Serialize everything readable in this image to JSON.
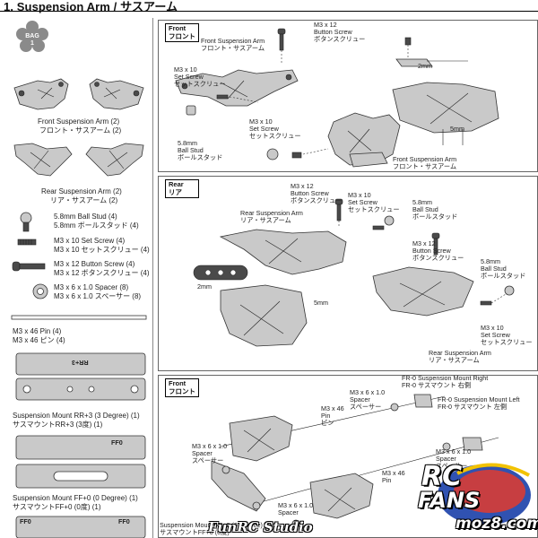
{
  "header": {
    "title": "1. Suspension Arm / サスアーム"
  },
  "bag": {
    "line1": "BAG",
    "line2": "1"
  },
  "parts_list": {
    "front_arm": {
      "en": "Front Suspension Arm (2)",
      "jp": "フロント・サスアーム (2)"
    },
    "rear_arm": {
      "en": "Rear Suspension Arm (2)",
      "jp": "リア・サスアーム (2)"
    },
    "ball_stud": {
      "en": "5.8mm Ball Stud (4)",
      "jp": "5.8mm ボールスタッド (4)"
    },
    "set_screw": {
      "en": "M3 x 10 Set Screw (4)",
      "jp": "M3 x 10 セットスクリュー (4)"
    },
    "button_screw": {
      "en": "M3 x 12 Button Screw (4)",
      "jp": "M3 x 12 ボタンスクリュー (4)"
    },
    "spacer": {
      "en": "M3 x 6 x 1.0 Spacer (8)",
      "jp": "M3 x 6 x 1.0 スペーサー (8)"
    },
    "pin": {
      "en": "M3 x 46 Pin (4)",
      "jp": "M3 x 46 ピン (4)"
    },
    "mount_rr": {
      "en": "Suspension Mount RR+3 (3 Degree) (1)",
      "jp": "サスマウントRR+3 (3度) (1)",
      "stamp": "RR+3"
    },
    "mount_ff": {
      "en": "Suspension Mount FF+0 (0 Degree) (1)",
      "jp": "サスマウントFF+0 (0度) (1)",
      "stamp_left": "FF0",
      "stamp_right": "FF0"
    }
  },
  "front_panel": {
    "tag_en": "Front",
    "tag_jp": "フロント",
    "screw_button": {
      "l1": "M3 x 12",
      "l2": "Button Screw",
      "l3": "ボタンスクリュー"
    },
    "arm_top": {
      "l1": "Front Suspension Arm",
      "l2": "フロント・サスアーム"
    },
    "set_screw_a": {
      "l1": "M3 x 10",
      "l2": "Set Screw",
      "l3": "セットスクリュー"
    },
    "set_screw_b": {
      "l1": "M3 x 10",
      "l2": "Set Screw",
      "l3": "セットスクリュー"
    },
    "ball_stud": {
      "l1": "5.8mm",
      "l2": "Ball Stud",
      "l3": "ボールスタッド"
    },
    "arm_bottom": {
      "l1": "Front Suspension Arm",
      "l2": "フロント・サスアーム"
    },
    "dim_2mm": "2mm",
    "dim_5mm": "5mm"
  },
  "rear_panel": {
    "tag_en": "Rear",
    "tag_jp": "リア",
    "button_screw_a": {
      "l1": "M3 x 12",
      "l2": "Button Screw",
      "l3": "ボタンスクリュー"
    },
    "set_screw_a": {
      "l1": "M3 x 10",
      "l2": "Set Screw",
      "l3": "セットスクリュー"
    },
    "arm_top": {
      "l1": "Rear Suspension Arm",
      "l2": "リア・サスアーム"
    },
    "ball_stud_a": {
      "l1": "5.8mm",
      "l2": "Ball Stud",
      "l3": "ボールスタッド"
    },
    "button_screw_b": {
      "l1": "M3 x 12",
      "l2": "Button Screw",
      "l3": "ボタンスクリュー"
    },
    "ball_stud_b": {
      "l1": "5.8mm",
      "l2": "Ball Stud",
      "l3": "ボールスタッド"
    },
    "set_screw_b": {
      "l1": "M3 x 10",
      "l2": "Set Screw",
      "l3": "セットスクリュー"
    },
    "arm_bottom": {
      "l1": "Rear Suspension Arm",
      "l2": "リア・サスアーム"
    },
    "dim_2mm": "2mm",
    "dim_5mm": "5mm"
  },
  "front_mount_panel": {
    "tag_en": "Front",
    "tag_jp": "フロント",
    "spacer_a": {
      "l1": "M3 x 6 x 1.0",
      "l2": "Spacer",
      "l3": "スペーサー"
    },
    "pin_a": {
      "l1": "M3 x 46",
      "l2": "Pin",
      "l3": "ピン"
    },
    "mount_right": {
      "l1": "FR-0 Suspension Mount Right",
      "l2": "FR-0 サスマウント 右側"
    },
    "mount_left": {
      "l1": "FR-0 Suspension Mount Left",
      "l2": "FR-0 サスマウント 左側"
    },
    "spacer_b": {
      "l1": "M3 x 6 x 1.0",
      "l2": "Spacer",
      "l3": "スペーサー"
    },
    "spacer_c": {
      "l1": "M3 x 6 x 1.0",
      "l2": "Spacer",
      "l3": "スペーサー"
    },
    "pin_b": {
      "l1": "M3 x 46",
      "l2": "Pin"
    },
    "spacer_d": {
      "l1": "M3 x 6 x 1.0",
      "l2": "Spacer"
    },
    "mount_ff_bottom": {
      "l1": "Suspension Mount FF+0 (0 Degree)",
      "l2": "サスマウントFF+0 (0度)"
    }
  },
  "watermark": "FunRC Studio",
  "logo": {
    "word1": "RC",
    "word2": "FANS",
    "site": "moz8.com"
  }
}
